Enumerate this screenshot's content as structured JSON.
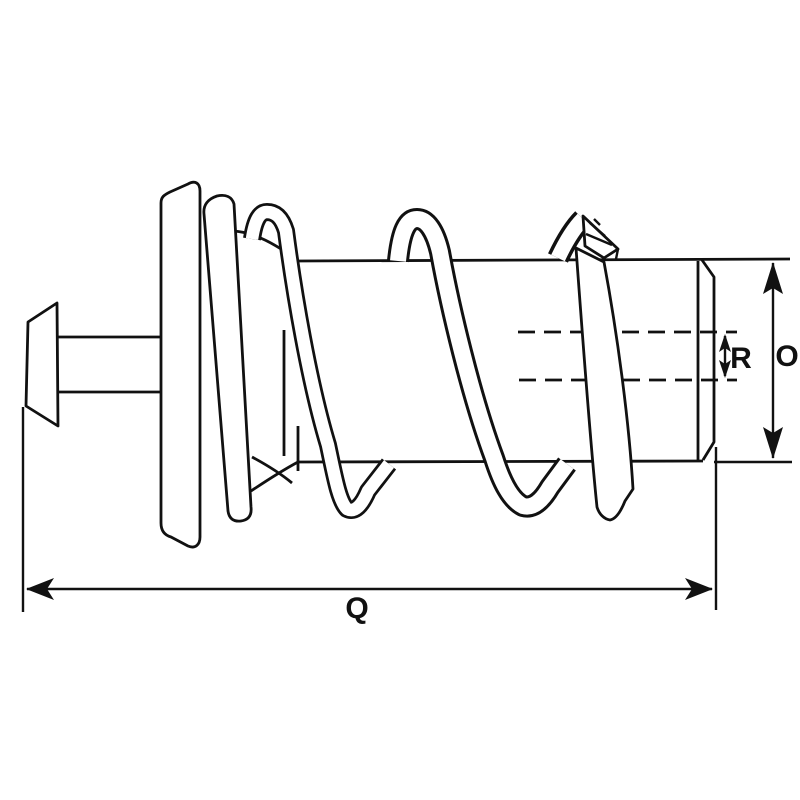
{
  "diagram": {
    "labels": {
      "q": "Q",
      "r": "R",
      "o": "O"
    },
    "colors": {
      "line": "#111111",
      "background": "#ffffff"
    }
  }
}
